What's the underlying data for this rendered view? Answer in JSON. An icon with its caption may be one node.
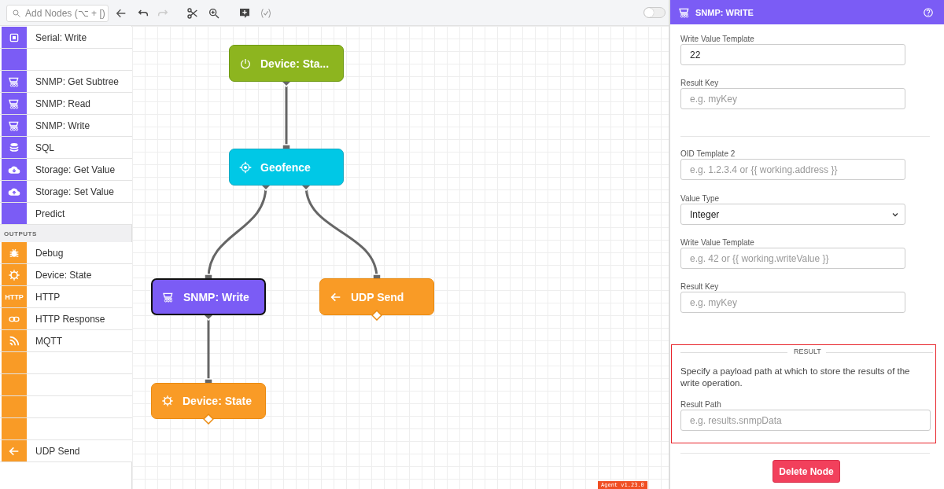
{
  "diagram": {
    "nodes": [
      {
        "text": [
          "Add Nodes (⌥ + [)"
        ]
      },
      {
        "text": [
          "Serial: Write"
        ]
      },
      {
        "text": [],
        "shape": "box"
      },
      {
        "text": [
          "SNMP: Get Subtree"
        ]
      },
      {
        "text": [
          "SNMP: Read"
        ]
      },
      {
        "text": [
          "SNMP: Write"
        ]
      },
      {
        "text": [
          "SQL"
        ]
      },
      {
        "text": [
          "Storage: Get Value"
        ]
      },
      {
        "text": [
          "Storage: Set Value"
        ]
      },
      {
        "text": [
          "Predict"
        ]
      },
      {
        "text": [
          "Debug"
        ]
      },
      {
        "text": [
          "Device: State"
        ]
      },
      {
        "text": [
          "HTTP"
        ]
      },
      {
        "text": [
          "HTTP Response"
        ]
      },
      {
        "text": [
          "MQTT"
        ]
      },
      {
        "text": [],
        "shape": "box"
      },
      {
        "text": [],
        "shape": "box"
      },
      {
        "text": [],
        "shape": "box"
      },
      {
        "text": [],
        "shape": "box"
      },
      {
        "text": [
          "UDP Send"
        ]
      },
      {
        "text": [
          "Device: Sta..."
        ]
      },
      {
        "text": [
          "Geofence"
        ]
      },
      {
        "text": [
          "SNMP: Write"
        ]
      },
      {
        "text": [
          "UDP Send"
        ]
      },
      {
        "text": [
          "Device: State"
        ]
      },
      {
        "text": [
          "SNMP: WRITE"
        ]
      },
      {
        "text": [
          "Write Value Template",
          "22"
        ]
      },
      {
        "text": [
          "Result Key",
          "e.g. myKey"
        ]
      },
      {
        "text": [
          "OID Template 2",
          "e.g. 1.2.3.4 or {{ working.address }}"
        ]
      },
      {
        "text": [
          "Value Type",
          "Integer"
        ]
      },
      {
        "text": [
          "Write Value Template",
          "e.g. 42 or {{ working.writeValue }}"
        ]
      },
      {
        "text": [
          "Result Key",
          "e.g. myKey"
        ]
      },
      {
        "text": [
          "RESULT",
          "Specify a payload path at which to store the results of the write operation."
        ]
      },
      {
        "text": [
          "Result Path",
          "e.g. results.snmpData"
        ],
        "in": 32
      },
      {
        "text": [
          "Delete Node"
        ]
      },
      {
        "text": [
          "Agent v1.23.0"
        ]
      }
    ],
    "edges": [
      {
        "from": 20,
        "to": 21,
        "arrow": "other"
      },
      {
        "from": 21,
        "to": 22,
        "arrow": "other"
      },
      {
        "from": 21,
        "to": 23,
        "arrow": "other"
      },
      {
        "from": 22,
        "to": 24,
        "arrow": "other"
      }
    ],
    "labels": [
      "OUTPUTS",
      "HTTP"
    ]
  }
}
